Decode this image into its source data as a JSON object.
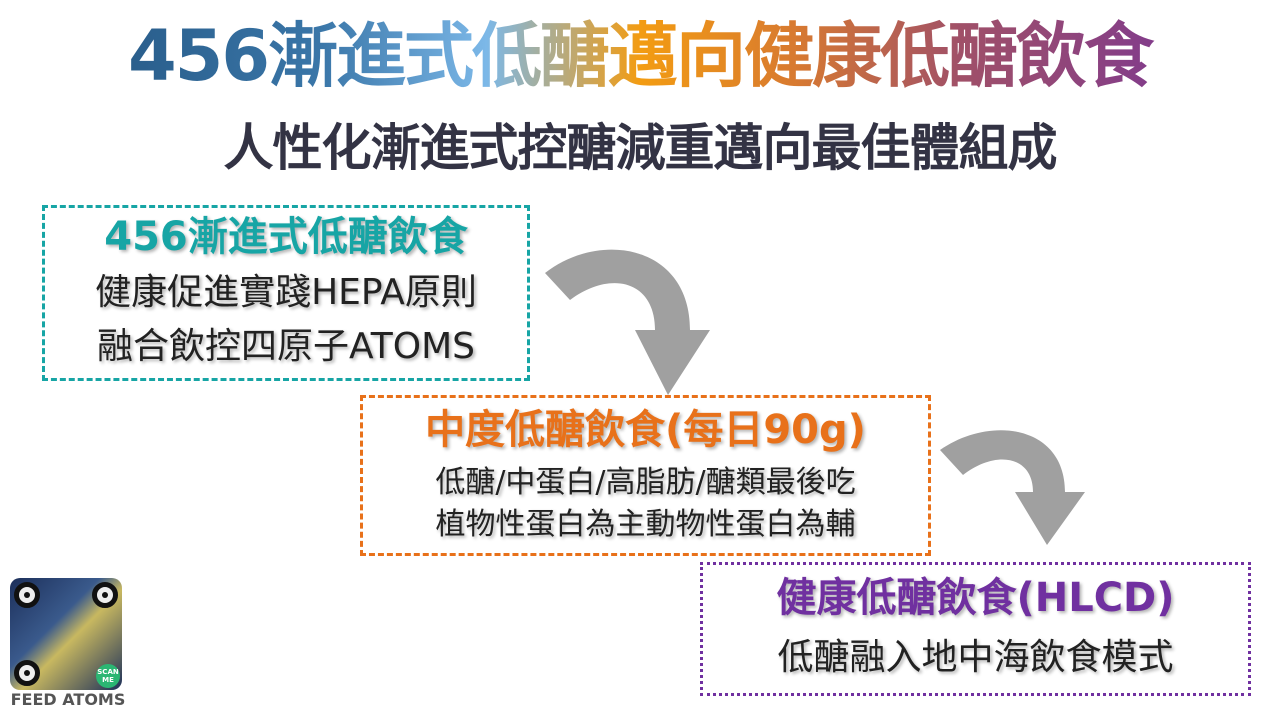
{
  "title": "456漸進式低醣邁向健康低醣飲食",
  "subtitle": "人性化漸進式控醣減重邁向最佳體組成",
  "steps": [
    {
      "heading": "456漸進式低醣飲食",
      "lines": [
        "健康促進實踐HEPA原則",
        "融合飲控四原子ATOMS"
      ],
      "color": "#17a5a5"
    },
    {
      "heading": "中度低醣飲食(每日90g)",
      "lines": [
        "低醣/中蛋白/高脂肪/醣類最後吃",
        "植物性蛋白為主動物性蛋白為輔"
      ],
      "color": "#e8711a"
    },
    {
      "heading": "健康低醣飲食(HLCD)",
      "lines": [
        "低醣融入地中海飲食模式"
      ],
      "color": "#7030a0"
    }
  ],
  "qr": {
    "label": "FEED ATOMS",
    "badge": "SCAN ME"
  }
}
